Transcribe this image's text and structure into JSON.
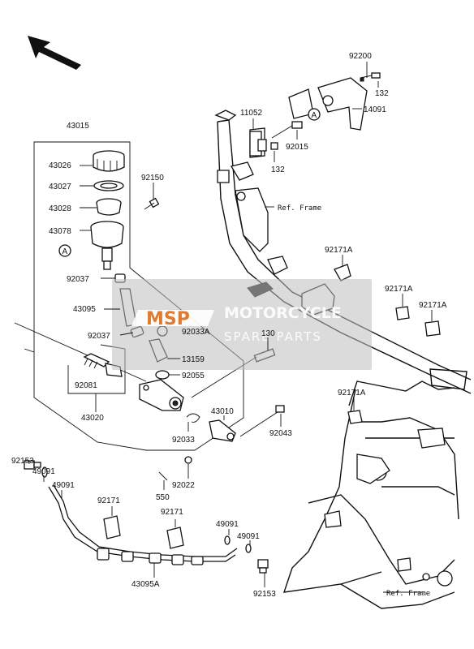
{
  "parts": {
    "p43015": "43015",
    "p43026": "43026",
    "p43027": "43027",
    "p43028": "43028",
    "p43078": "43078",
    "p92150": "92150",
    "p92037a": "92037",
    "p43095": "43095",
    "p92037b": "92037",
    "p92033A": "92033A",
    "p13159": "13159",
    "p92055": "92055",
    "p92081": "92081",
    "p43020": "43020",
    "p92033": "92033",
    "p130": "130",
    "p43010": "43010",
    "p92043": "92043",
    "p92022": "92022",
    "p550": "550",
    "p92153a": "92153",
    "p49091a": "49091",
    "p49091b": "49091",
    "p92171a": "92171",
    "p92171b": "92171",
    "p43095A": "43095A",
    "p49091c": "49091",
    "p49091d": "49091",
    "p92153b": "92153",
    "p92200": "92200",
    "p132a": "132",
    "p14091": "14091",
    "p11052": "11052",
    "p92015": "92015",
    "p132b": "132",
    "p92171A1": "92171A",
    "p92171A2": "92171A",
    "p92171A3": "92171A",
    "p92171A4": "92171A"
  },
  "refs": {
    "frame_top": "Ref. Frame",
    "frame_bottom": "Ref. Frame"
  },
  "markers": {
    "a1": "A",
    "a2": "A"
  },
  "watermark": {
    "logo": "MSP",
    "line1": "MOTORCYCLE",
    "line2": "SPARE PARTS"
  }
}
